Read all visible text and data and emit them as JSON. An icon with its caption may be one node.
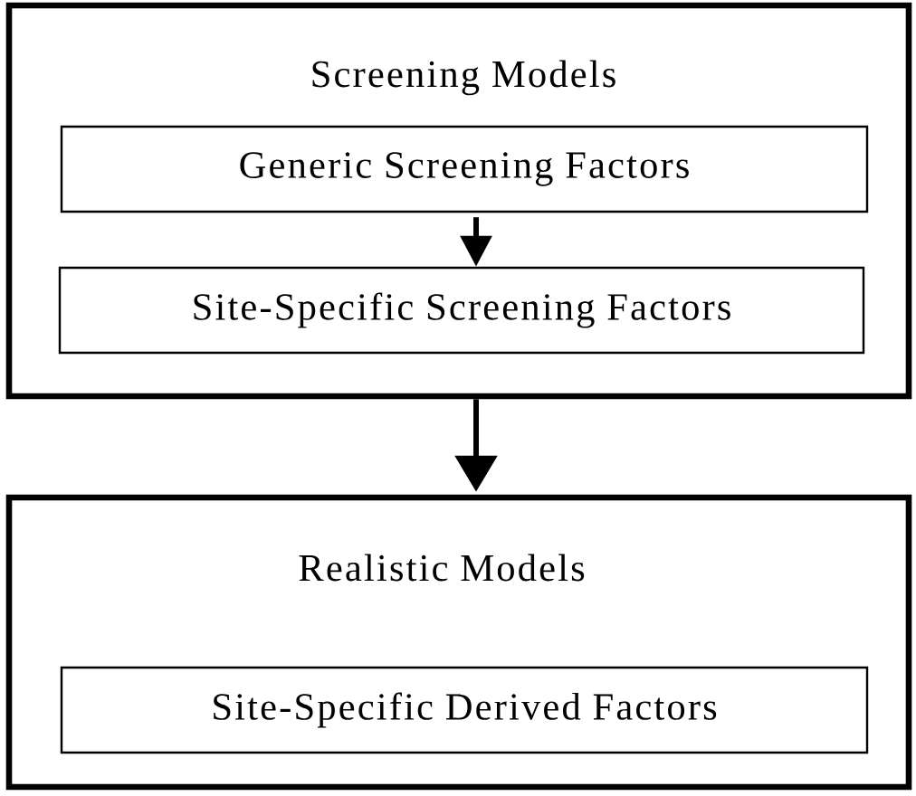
{
  "diagram": {
    "nodes": [
      {
        "text": [
          "Screening Models"
        ]
      },
      {
        "text": [
          "Generic Screening Factors"
        ],
        "in": 0
      },
      {
        "text": [
          "Site-Specific Screening Factors"
        ],
        "in": 0
      },
      {
        "text": [
          "Realistic Models"
        ]
      },
      {
        "text": [
          "Site-Specific Derived Factors"
        ],
        "in": 3
      }
    ],
    "edges": [
      {
        "from": 1,
        "to": 2,
        "arrow": "to"
      },
      {
        "from": 0,
        "to": 3,
        "arrow": "to"
      }
    ]
  }
}
